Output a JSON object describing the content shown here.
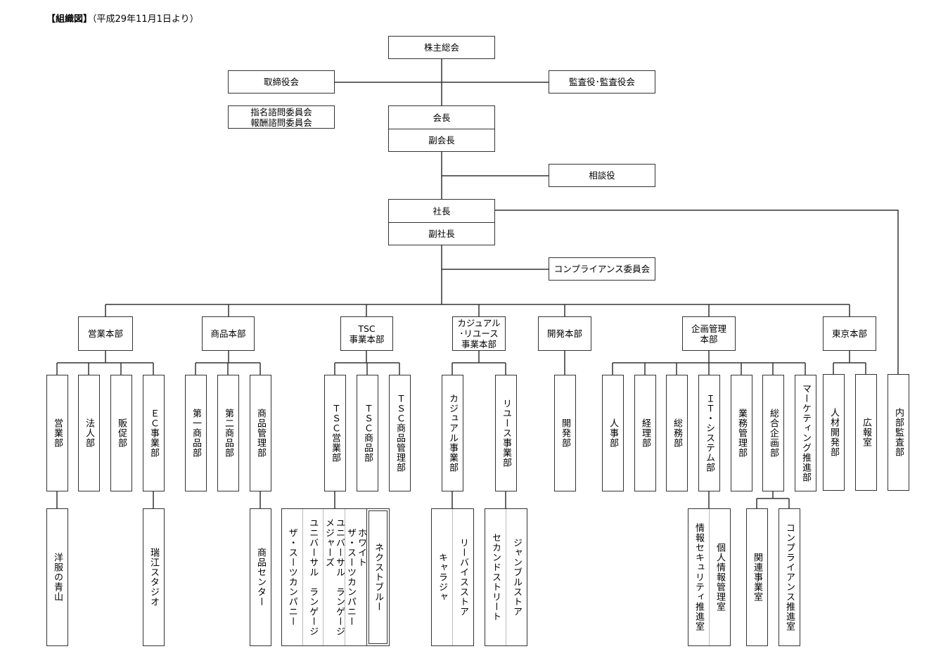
{
  "title": {
    "label": "【組織図】",
    "date": "（平成29年11月1日より）"
  },
  "top": {
    "shareholders": "株主総会",
    "board": "取締役会",
    "committees": [
      "指名諮問委員会",
      "報酬諮問委員会"
    ],
    "auditors": "監査役･監査役会",
    "chairman": "会長",
    "vice_chairman": "副会長",
    "advisor": "相談役",
    "president": "社長",
    "vice_president": "副社長",
    "compliance_committee": "コンプライアンス委員会"
  },
  "divisions": [
    {
      "name": "営業本部",
      "departments": [
        "営業部",
        "法人部",
        "販促部",
        "ＥＣ事業部"
      ]
    },
    {
      "name": "商品本部",
      "departments": [
        "第一商品部",
        "第二商品部",
        "商品管理部"
      ]
    },
    {
      "name": "TSC\n事業本部",
      "departments": [
        "ＴＳＣ営業部",
        "ＴＳＣ商品部",
        "ＴＳＣ商品管理部"
      ]
    },
    {
      "name": "カジュアル\n･リユース\n事業本部",
      "departments": [
        "カジュアル事業部",
        "リユース事業部"
      ]
    },
    {
      "name": "開発本部",
      "departments": [
        "開発部"
      ]
    },
    {
      "name": "企画管理\n本部",
      "departments": [
        "人事部",
        "経理部",
        "総務部",
        "ＩＴ・システム部",
        "業務管理部",
        "総合企画部",
        "マーケティング推進部"
      ]
    },
    {
      "name": "東京本部",
      "departments": [
        "人材開発部",
        "広報室"
      ]
    }
  ],
  "internal_audit": "内部監査部",
  "subunits": {
    "aoyama": "洋服の青山",
    "mizue": "瑞江スタジオ",
    "product_center": "商品センター",
    "tsc_group": [
      "ザ・スーツカンパニー",
      "ユニバーサル　ランゲージ",
      "ユニバーサル　ランゲージ\nメジャーズ",
      "ホワイト\nザ・スーツカンパニー"
    ],
    "next_blue": "ネクストブルー",
    "casual_group": [
      "キャラジャ",
      "リーバイスストア"
    ],
    "reuse_group": [
      "セカンドストリート",
      "ジャンブルストア"
    ],
    "it_group": [
      "情報セキュリティ推進室",
      "個人情報管理室"
    ],
    "related_business": "関連事業室",
    "compliance_promotion": "コンプライアンス推進室"
  }
}
